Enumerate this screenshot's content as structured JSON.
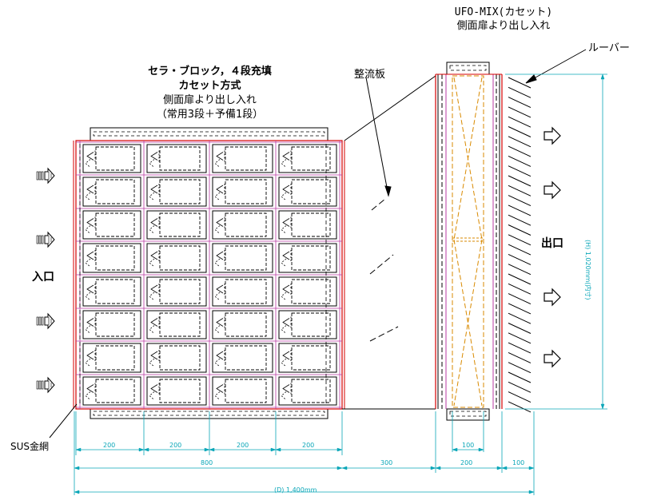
{
  "labels": {
    "block_title_line1": "セラ・ブロック，４段充填",
    "block_title_line2": "カセット方式",
    "block_title_line3": "側面扉より出し入れ",
    "block_title_line4": "（常用3段＋予備1段）",
    "ufo_title_line1": "UFO-MIX(カセット)",
    "ufo_title_line2": "側面扉より出し入れ",
    "straightening_plate": "整流板",
    "louver": "ルーバー",
    "inlet": "入口",
    "outlet": "出口",
    "sus_mesh": "SUS金網"
  },
  "dimensions": {
    "cell_1": "200",
    "cell_2": "200",
    "cell_3": "200",
    "cell_4": "200",
    "block_total": "800",
    "gap": "300",
    "ufo_width": "200",
    "inner_width": "100",
    "louver_width": "100",
    "overall": "(D) 1,400mm",
    "height": "(H) 1,020mm(内寸)"
  },
  "colors": {
    "frame_red": "#d40000",
    "grid_magenta": "#b93aa3",
    "dimension_cyan": "#0aa6b8",
    "ufo_orange": "#d98a00",
    "line_black": "#000000"
  }
}
